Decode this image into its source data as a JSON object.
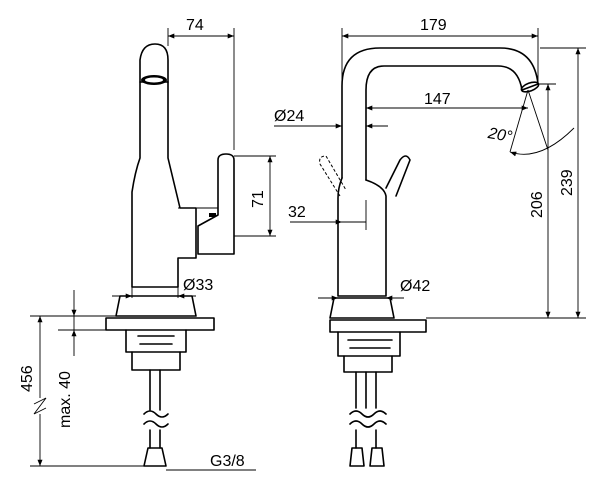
{
  "dimensions": {
    "front_width": "74",
    "front_lever_height": "71",
    "front_body_diameter": "Ø33",
    "side_reach": "179",
    "side_spout_diameter": "Ø24",
    "side_outlet_projection": "147",
    "side_lever_angle": "20°",
    "side_lever_offset": "32",
    "side_body_diameter": "Ø42",
    "side_outlet_height": "206",
    "side_total_height": "239",
    "supply_length": "456",
    "max_deck_thickness": "max. 40",
    "connection_thread": "G3/8"
  }
}
